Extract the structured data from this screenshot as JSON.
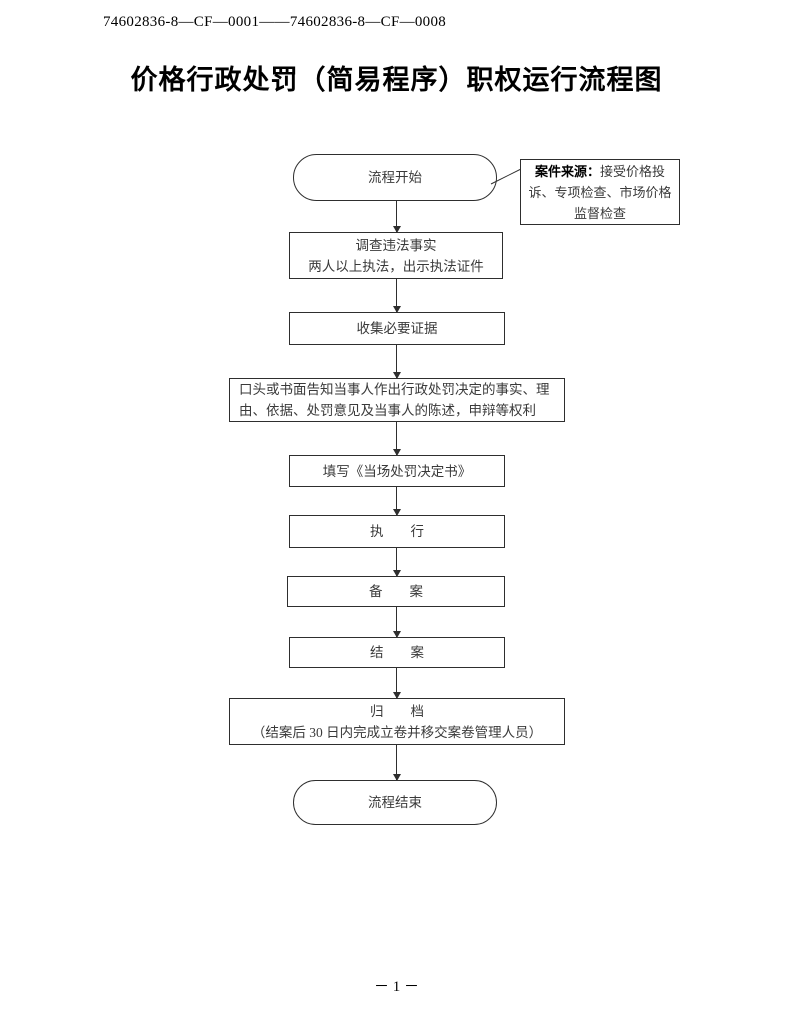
{
  "doc": {
    "header_code": "74602836-8—CF—0001――74602836-8—CF—0008",
    "title": "价格行政处罚（简易程序）职权运行流程图",
    "page_number": "－ 1 －"
  },
  "flowchart": {
    "start_label": "流程开始",
    "end_label": "流程结束",
    "callout": {
      "label": "案件来源：",
      "text": "接受价格投诉、专项检查、市场价格监督检查"
    },
    "steps": {
      "investigate": {
        "line1": "调查违法事实",
        "line2": "两人以上执法，出示执法证件"
      },
      "collect": {
        "line1": "收集必要证据"
      },
      "notify": {
        "line1": "口头或书面告知当事人作出行政处罚决定的事实、理由、依据、处罚意见及当事人的陈述，申辩等权利"
      },
      "fill": {
        "line1": "填写《当场处罚决定书》"
      },
      "execute": {
        "line1": "执　　行"
      },
      "record": {
        "line1": "备　　案"
      },
      "close": {
        "line1": "结　　案"
      },
      "archive": {
        "line1": "归　　档",
        "line2": "（结案后 30 日内完成立卷并移交案卷管理人员）"
      }
    }
  }
}
